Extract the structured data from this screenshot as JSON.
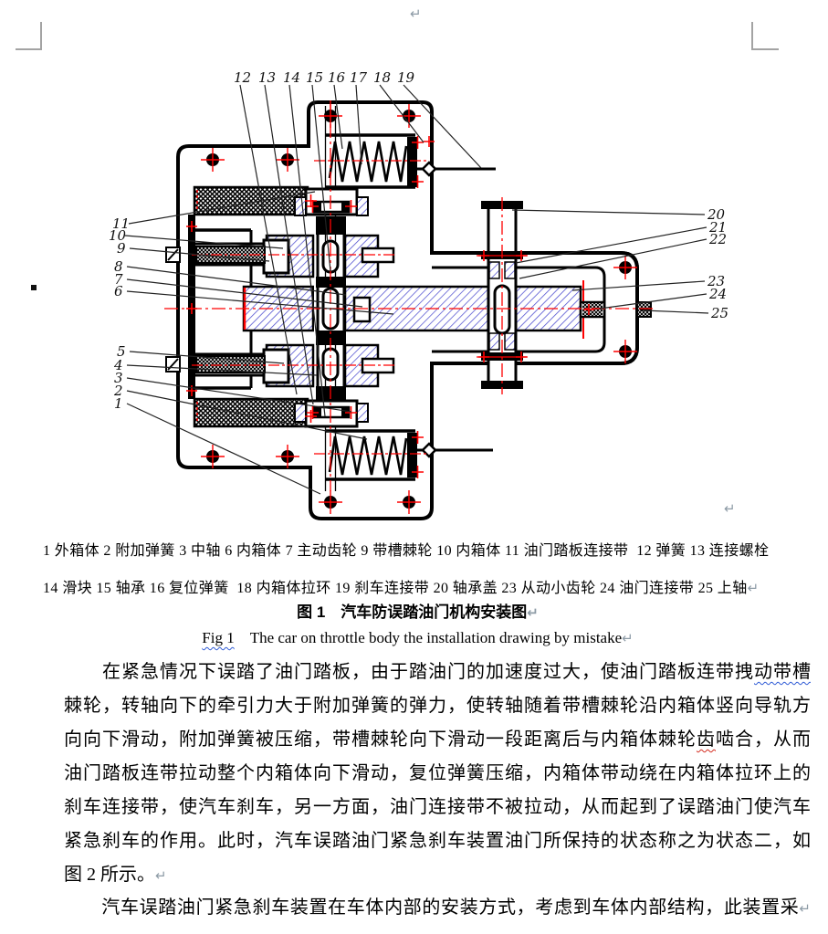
{
  "page": {
    "background": "#ffffff",
    "text_color": "#000000"
  },
  "marks": {
    "pilcrow": "↵",
    "bullet": "▪"
  },
  "drawing": {
    "callouts_top": [
      "12",
      "13",
      "14",
      "15",
      "16",
      "17",
      "18",
      "19"
    ],
    "callouts_left": [
      "11",
      "10",
      "9",
      "8",
      "7",
      "6",
      "5",
      "4",
      "3",
      "2",
      "1"
    ],
    "callouts_right": [
      "20",
      "21",
      "22",
      "23",
      "24",
      "25"
    ],
    "colors": {
      "outline": "#000000",
      "hatch": "#4d4dd0",
      "centerline": "#ff0000"
    }
  },
  "parts_list": {
    "line1": "1 外箱体 2 附加弹簧 3 中轴 6 内箱体 7 主动齿轮 9 带槽棘轮 10 内箱体 11 油门踏板连接带  12 弹簧 13 连接螺栓",
    "line2": "14 滑块 15 轴承 16 复位弹簧  18 内箱体拉环 19 刹车连接带 20 轴承盖 23 从动小齿轮 24 油门连接带 25 上轴"
  },
  "captions": {
    "cn": "图 1　汽车防误踏油门机构安装图",
    "en_flagged": "Fig 1",
    "en_rest": "　The car on throttle body the installation drawing by mistake"
  },
  "body": {
    "p1": {
      "l1a": "　　在紧急情况下误踏了油门踏板，由于踏油门的加速度过大，使油门踏板连带拽",
      "l1w": "动带槽",
      "l2": "棘轮，转轴向下的牵引力大于附加弹簧的弹力，使转轴随着带槽棘轮沿内箱体竖向导轨方",
      "l3a": "向向下滑动，附加弹簧被压缩，带槽棘轮向下滑动一段距离后与内箱体棘轮",
      "l3w": "齿",
      "l3b": "啮合，从而",
      "l4": "油门踏板连带拉动整个内箱体向下滑动，复位弹簧压缩，内箱体带动绕在内箱体拉环上的",
      "l5": "刹车连接带，使汽车刹车，另一方面，油门连接带不被拉动，从而起到了误踏油门使汽车",
      "l6": "紧急刹车的作用。此时，汽车误踏油门紧急刹车装置油门所保持的状态称之为状态二，如",
      "l7": "图 2 所示。"
    },
    "p2": "　　汽车误踏油门紧急刹车装置在车体内部的安装方式，考虑到车体内部结构，此装置采"
  }
}
